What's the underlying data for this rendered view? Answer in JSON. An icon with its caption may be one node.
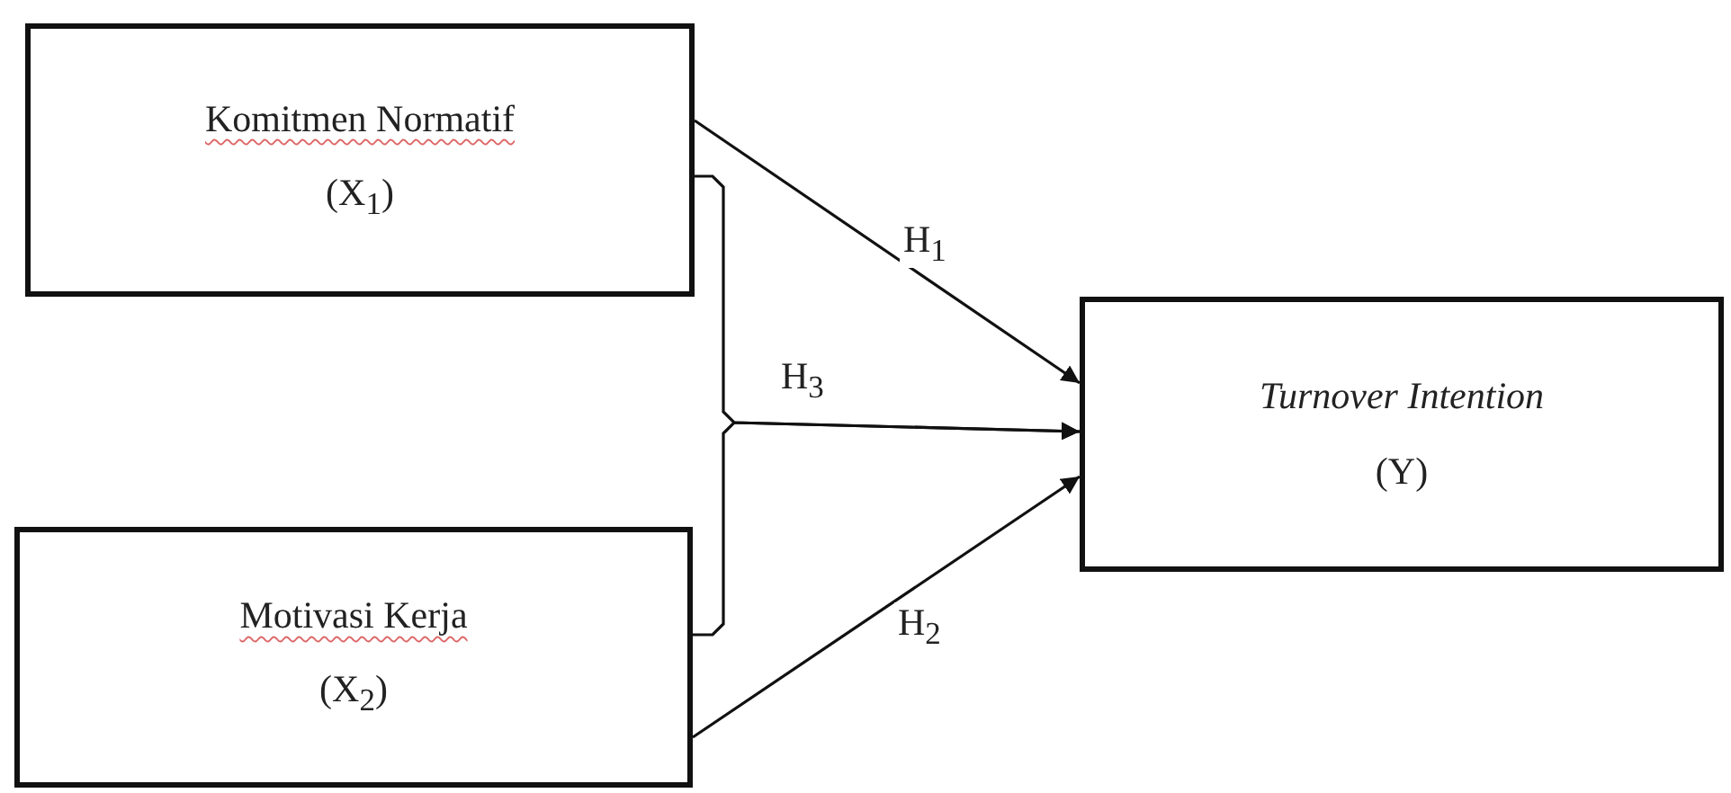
{
  "diagram": {
    "nodes": [
      {
        "text": [
          "Komitmen Normatif",
          "(X$_{1}$)"
        ]
      },
      {
        "text": [
          "Motivasi Kerja",
          "(X$_{2}$)"
        ]
      },
      {
        "text": [
          "Turnover Intention",
          "(Y)"
        ]
      }
    ],
    "edges": [
      {
        "from": 0,
        "to": 2,
        "arrow": "to",
        "label": "H$_{1}$"
      },
      {
        "from": 1,
        "to": 2,
        "arrow": "to",
        "label": "H$_{2}$"
      },
      {
        "from": 0,
        "to": 2,
        "arrow": "to",
        "label": "H$_{3}$"
      },
      {
        "from": 1,
        "to": 2,
        "arrow": "to"
      }
    ]
  }
}
